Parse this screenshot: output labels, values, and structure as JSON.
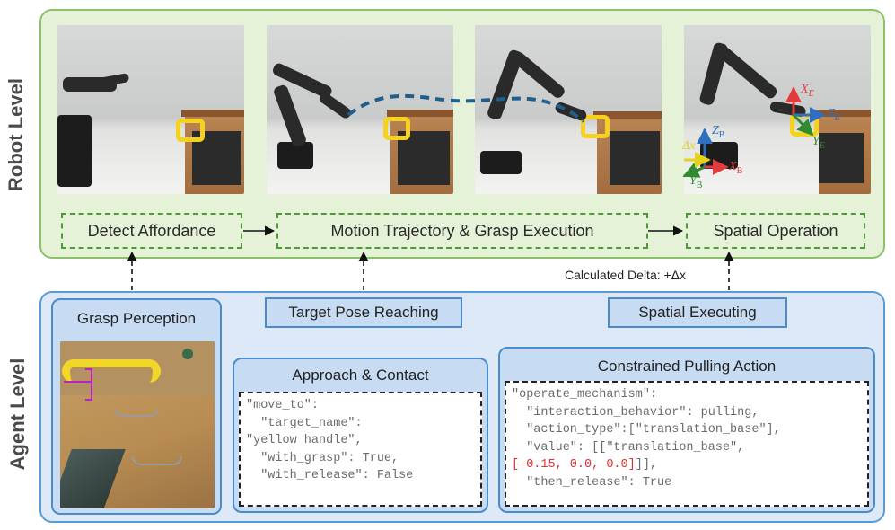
{
  "robot_level": {
    "label": "Robot Level",
    "boxes": {
      "detect": "Detect Affordance",
      "motion": "Motion Trajectory  &  Grasp Execution",
      "spatial": "Spatial Operation"
    },
    "axes": {
      "z_b": "Z",
      "z_b_sub": "B",
      "x_b": "X",
      "x_b_sub": "B",
      "y_b": "Y",
      "y_b_sub": "B",
      "delta": "Δx",
      "x_e": "X",
      "x_e_sub": "E",
      "z_e": "Z",
      "z_e_sub": "E",
      "y_e": "Y",
      "y_e_sub": "E"
    },
    "colors": {
      "trajectory": "#1f5f8b",
      "x_axis": "#e23b3b",
      "y_axis": "#2e8b2e",
      "z_axis": "#2f6fbf",
      "delta": "#e6d21a"
    }
  },
  "agent_level": {
    "label": "Agent Level",
    "calc_delta": "Calculated Delta: +Δx",
    "grasp_perception": "Grasp Perception",
    "target_pose": "Target Pose Reaching",
    "spatial_executing": "Spatial Executing",
    "approach_card": {
      "title": "Approach & Contact",
      "code_lines": [
        "\"move_to\":",
        "  \"target_name\":",
        "\"yellow handle\",",
        "  \"with_grasp\": True,",
        "  \"with_release\": False"
      ]
    },
    "pulling_card": {
      "title": "Constrained Pulling Action",
      "code_lines": [
        "\"operate_mechanism\":",
        "  \"interaction_behavior\": pulling,",
        "  \"action_type\":[\"translation_base\"],",
        "  \"value\": [[\"translation_base\","
      ],
      "code_red": "[-0.15, 0.0, 0.0]",
      "code_red_tail": "]],",
      "code_last": "  \"then_release\": True"
    }
  }
}
